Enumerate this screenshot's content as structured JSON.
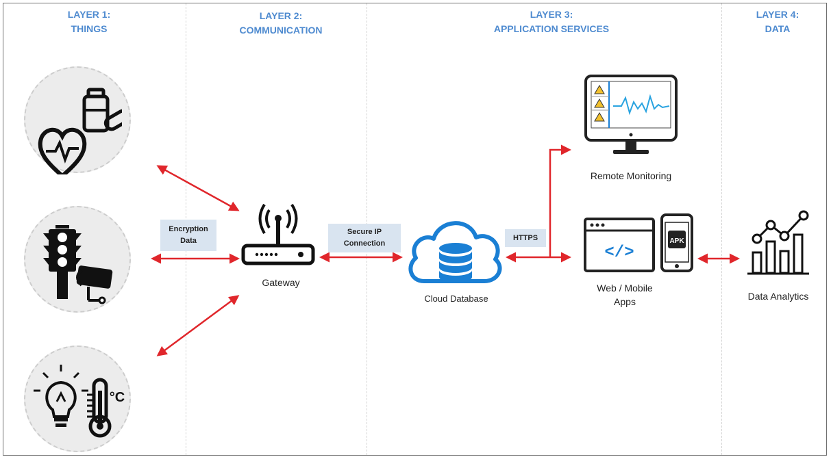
{
  "layers": [
    {
      "line1": "LAYER 1:",
      "line2": "THINGS"
    },
    {
      "line1": "LAYER 2:",
      "line2": "COMMUNICATION"
    },
    {
      "line1": "LAYER 3:",
      "line2": "APPLICATION SERVICES"
    },
    {
      "line1": "LAYER 4:",
      "line2": "DATA"
    }
  ],
  "tags": {
    "encryption": {
      "line1": "Encryption",
      "line2": "Data"
    },
    "secure_ip": {
      "line1": "Secure IP",
      "line2": "Connection"
    },
    "https": "HTTPS"
  },
  "labels": {
    "gateway": "Gateway",
    "cloud_database": "Cloud Database",
    "remote_monitoring": "Remote Monitoring",
    "web_mobile_line1": "Web / Mobile",
    "web_mobile_line2": "Apps",
    "data_analytics": "Data Analytics",
    "code_glyph": "</>",
    "apk_glyph": "APK",
    "celsius": "°C"
  },
  "colors": {
    "accent": "#4f8bd0",
    "arrow": "#e0262b",
    "cloud": "#1a7fd4",
    "tag_bg": "#d9e4f0",
    "monitor_line": "#29a3e0",
    "warning": "#f2c12e"
  },
  "icons": [
    "health-icon",
    "traffic-camera-icon",
    "environment-sensor-icon",
    "wifi-router-icon",
    "cloud-database-icon",
    "monitor-icon",
    "web-app-icon",
    "mobile-apk-icon",
    "analytics-chart-icon"
  ]
}
